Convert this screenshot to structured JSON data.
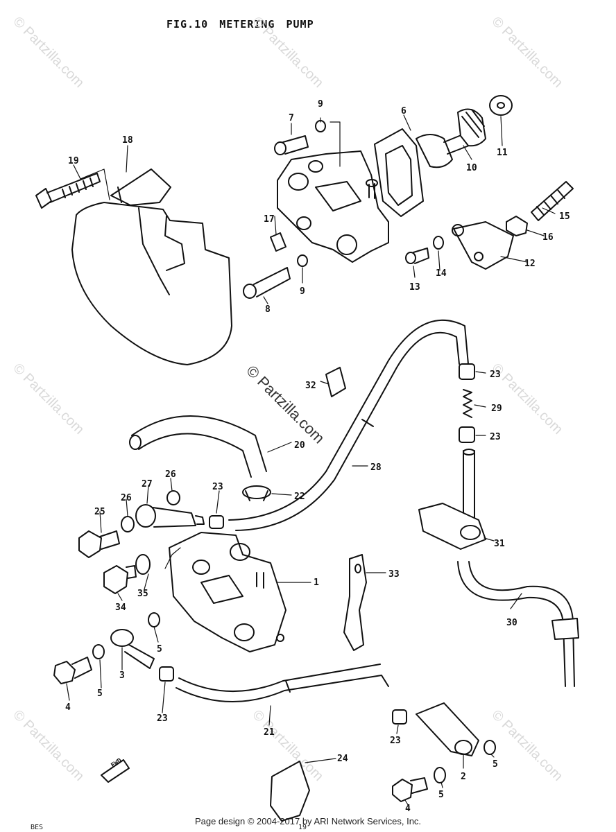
{
  "title": "FIG.10  METERING PUMP",
  "watermark": "© Partzilla.com",
  "footer": "Page design © 2004-2017 by ARI Network Services, Inc.",
  "edge_marker_left": "BES",
  "edge_marker_mid": "19",
  "direction_arrow_label": "FWD",
  "callouts": [
    "1",
    "2",
    "3",
    "4",
    "4",
    "5",
    "5",
    "5",
    "5",
    "6",
    "7",
    "8",
    "9",
    "9",
    "10",
    "11",
    "12",
    "13",
    "14",
    "15",
    "16",
    "17",
    "18",
    "19",
    "20",
    "21",
    "22",
    "23",
    "23",
    "23",
    "23",
    "23",
    "24",
    "25",
    "26",
    "26",
    "27",
    "28",
    "29",
    "30",
    "31",
    "32",
    "33",
    "34",
    "35"
  ]
}
